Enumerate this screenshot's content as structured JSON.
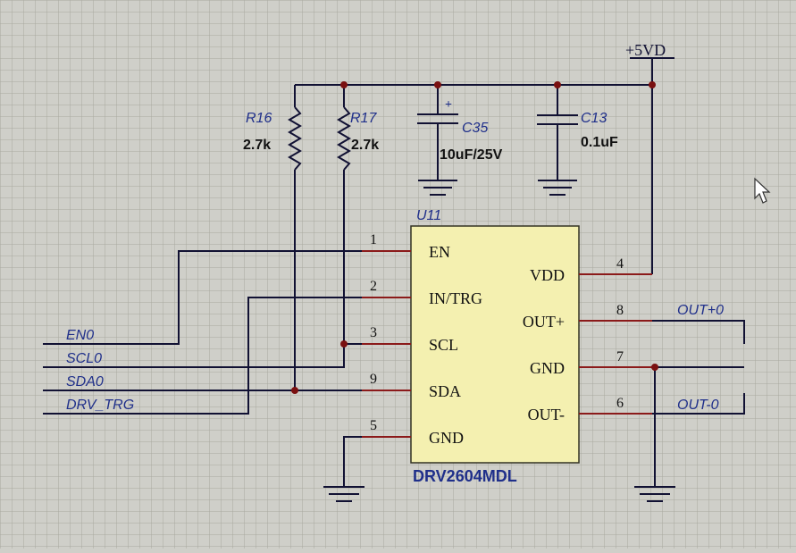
{
  "power": {
    "net_label": "+5VD"
  },
  "resistors": [
    {
      "ref": "R16",
      "value": "2.7k"
    },
    {
      "ref": "R17",
      "value": "2.7k"
    }
  ],
  "capacitors": [
    {
      "ref": "C35",
      "value": "10uF/25V",
      "polarized": true,
      "polarity_mark": "+"
    },
    {
      "ref": "C13",
      "value": "0.1uF",
      "polarized": false
    }
  ],
  "ic": {
    "ref": "U11",
    "part": "DRV2604MDL",
    "body_color": "#f4f0b0",
    "left_pins": [
      {
        "number": "1",
        "name": "EN"
      },
      {
        "number": "2",
        "name": "IN/TRG"
      },
      {
        "number": "3",
        "name": "SCL"
      },
      {
        "number": "9",
        "name": "SDA"
      },
      {
        "number": "5",
        "name": "GND"
      }
    ],
    "right_pins": [
      {
        "number": "4",
        "name": "VDD"
      },
      {
        "number": "8",
        "name": "OUT+"
      },
      {
        "number": "7",
        "name": "GND"
      },
      {
        "number": "6",
        "name": "OUT-"
      }
    ]
  },
  "signal_nets": [
    "EN0",
    "SCL0",
    "SDA0",
    "DRV_TRG"
  ],
  "output_nets": [
    "OUT+0",
    "OUT-0"
  ],
  "colors": {
    "wire": "#111133",
    "pin_wire": "#8b1a1a",
    "junction": "#7a1010",
    "net_label": "#1f2f8a",
    "ref_label": "#1f2f8a",
    "grid": "#a9a9a0",
    "background": "#cfcfc9"
  }
}
